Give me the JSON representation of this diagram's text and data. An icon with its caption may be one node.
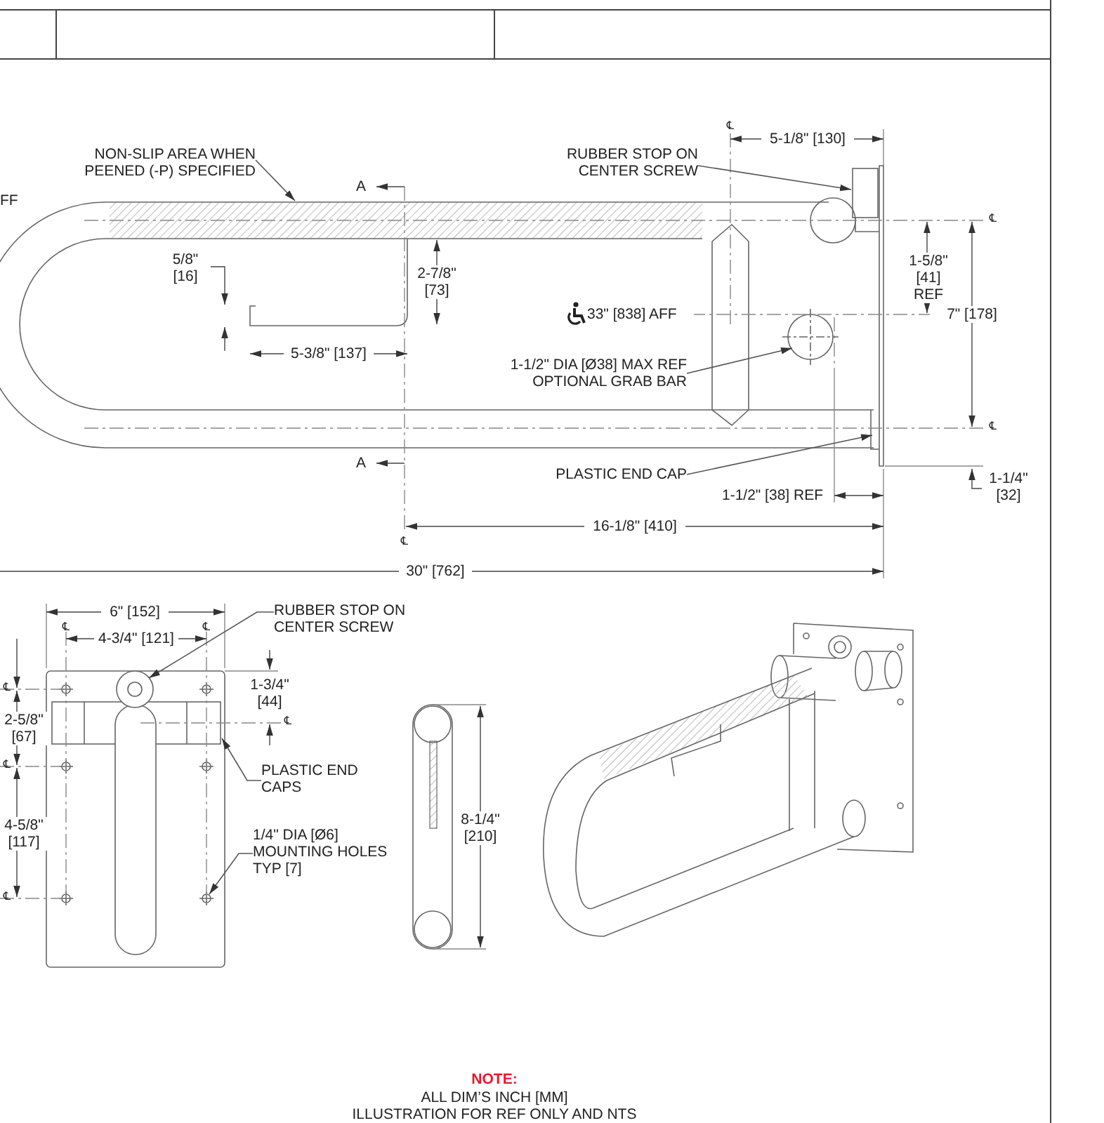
{
  "diagram": {
    "nodes": [
      {
        "text": [
          "NON-SLIP AREA WHEN PEENED (-P) SPECIFIED"
        ]
      },
      {
        "text": [
          "RUBBER STOP ON CENTER SCREW"
        ]
      },
      {
        "text": [
          "1-1/2\" DIA [Ø38] MAX REF OPTIONAL GRAB BAR"
        ]
      },
      {
        "text": [
          "PLASTIC END CAP"
        ]
      },
      {
        "text": [
          "RUBBER STOP ON CENTER SCREW"
        ]
      },
      {
        "text": [
          "PLASTIC END CAPS"
        ]
      },
      {
        "text": [
          "1/4\" DIA [Ø6] MOUNTING HOLES TYP [7]"
        ]
      },
      {
        "text": [],
        "shape": "bar"
      },
      {
        "text": [],
        "shape": "circle"
      },
      {
        "text": [],
        "shape": "circle"
      }
    ],
    "edges": [
      {
        "from": 0,
        "to": null,
        "arrow": "to"
      },
      {
        "from": 1,
        "to": null,
        "arrow": "to"
      },
      {
        "from": 2,
        "to": null,
        "arrow": "to"
      },
      {
        "from": 3,
        "to": null,
        "arrow": "to"
      },
      {
        "from": 4,
        "to": 8,
        "arrow": "to"
      },
      {
        "from": 5,
        "to": 7,
        "arrow": "to"
      },
      {
        "from": 6,
        "to": 9,
        "arrow": "to"
      }
    ],
    "labels": [
      "FF",
      "℄",
      "5-1/8\" [130]",
      "A",
      "℄",
      "5/8\" [16]",
      "2-7/8\" [73]",
      "1-5/8\" [41] REF",
      "33\" [838] AFF",
      "7\" [178]",
      "5-3/8\" [137]",
      "℄",
      "A",
      "1-1/4\" [32]",
      "1-1/2\" [38] REF",
      "16-1/8\" [410]",
      "℄",
      "30\" [762]",
      "6\" [152]",
      "℄",
      "℄",
      "4-3/4\" [121]",
      "1-3/4\" [44]",
      "℄",
      "℄",
      "2-5/8\" [67]",
      "℄",
      "8-1/4\" [210]",
      "4-5/8\" [117]",
      "℄",
      "NOTE:",
      "ALL DIM’S INCH [MM]",
      "ILLUSTRATION FOR REF ONLY AND NTS"
    ]
  }
}
